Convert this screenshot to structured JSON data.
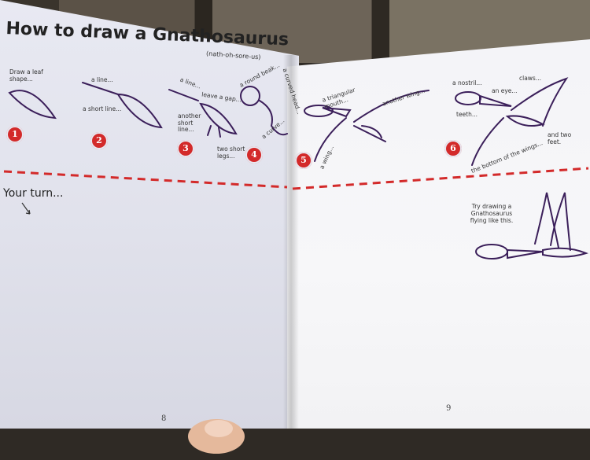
{
  "book": {
    "title": "How to draw a Gnathosaurus",
    "pronunciation": "(nath-oh-sore-us)",
    "left_page_number": "8",
    "right_page_number": "9"
  },
  "steps": [
    {
      "number": "1",
      "notes": [
        "Draw a leaf shape..."
      ]
    },
    {
      "number": "2",
      "notes": [
        "a line...",
        "a short line..."
      ]
    },
    {
      "number": "3",
      "notes": [
        "a line...",
        "leave a gap...",
        "another short line...",
        "two short legs..."
      ]
    },
    {
      "number": "4",
      "notes": [
        "a round beak...",
        "a curved head...",
        "a curve..."
      ]
    },
    {
      "number": "5",
      "notes": [
        "a triangular mouth...",
        "another wing...",
        "a wing..."
      ]
    },
    {
      "number": "6",
      "notes": [
        "a nostril...",
        "an eye...",
        "claws...",
        "teeth...",
        "the bottom of the wings...",
        "and two feet."
      ]
    }
  ],
  "practice": {
    "prompt": "Your turn...",
    "try_text": "Try drawing a Gnathosaurus flying like this."
  },
  "colors": {
    "ink": "#3b1f5a",
    "badge": "#d32a2a",
    "dashed_line": "#d32a2a"
  }
}
